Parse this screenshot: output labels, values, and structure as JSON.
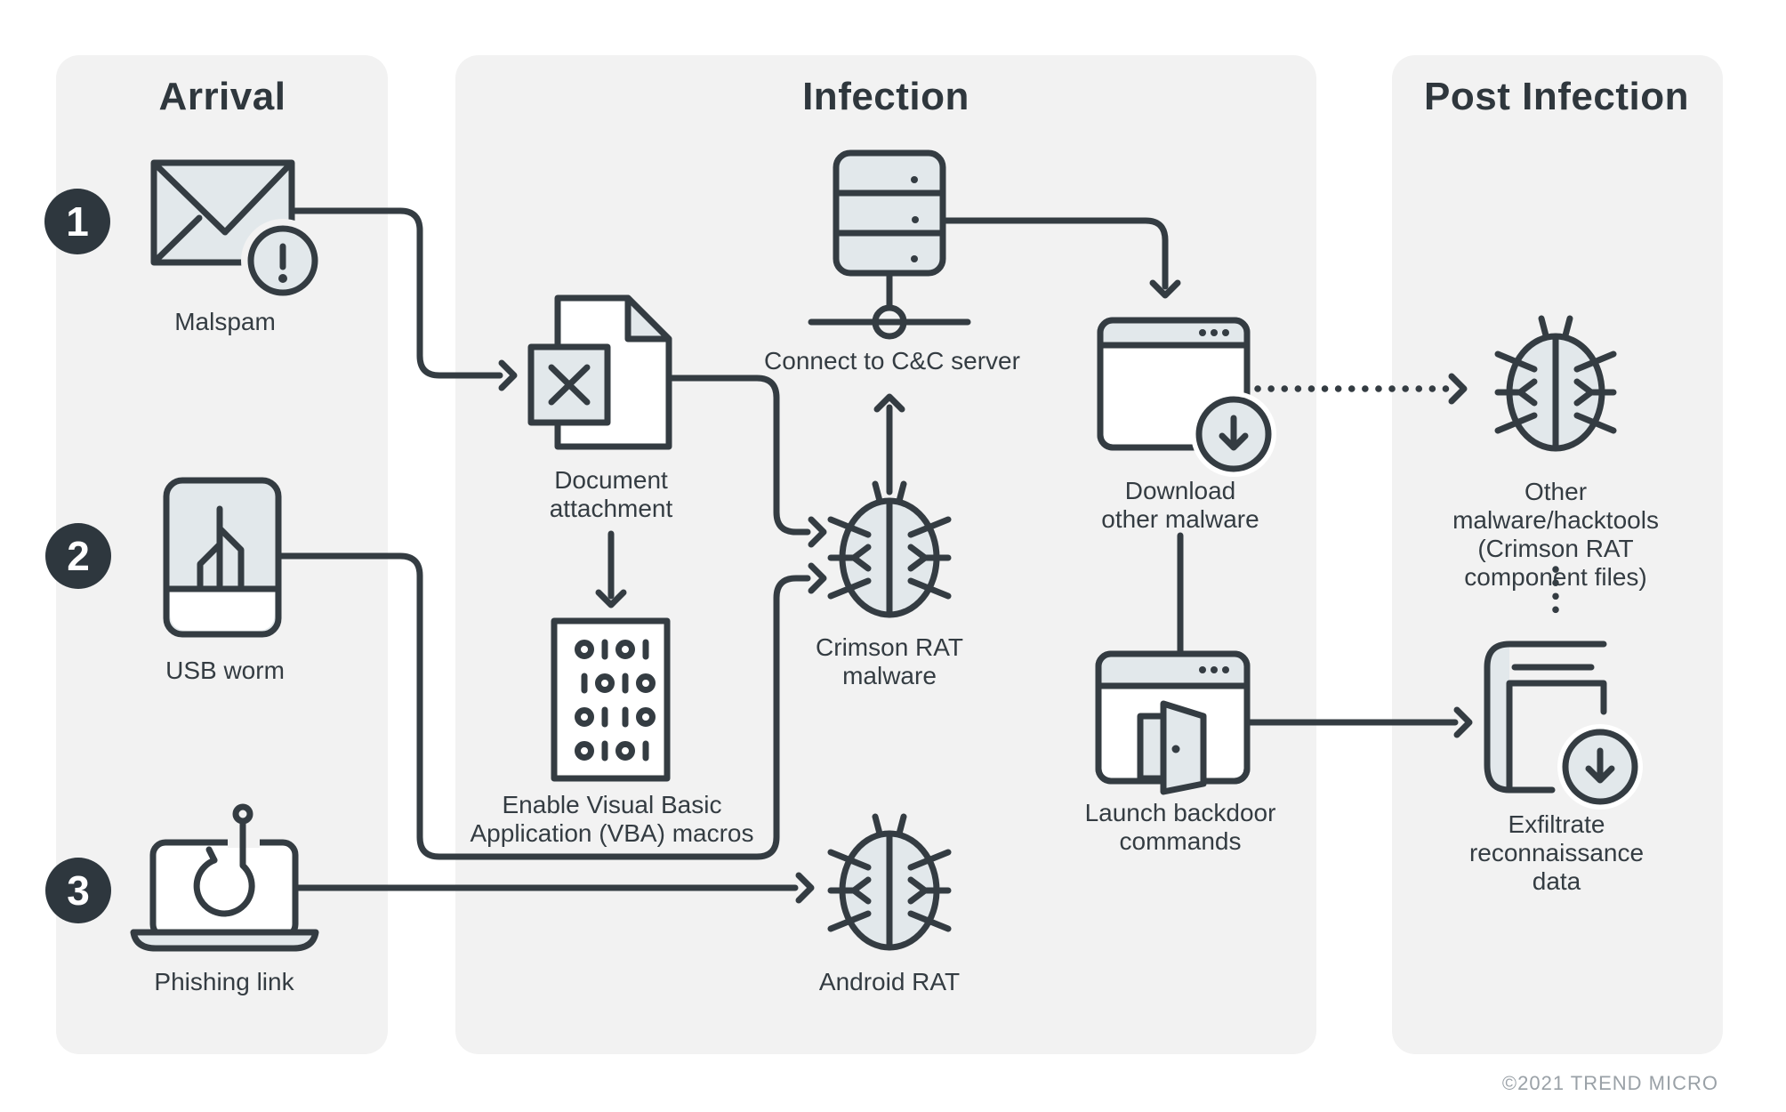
{
  "header": {
    "arrival": "Arrival",
    "infection": "Infection",
    "post_infection": "Post Infection"
  },
  "badges": {
    "one": "1",
    "two": "2",
    "three": "3"
  },
  "labels": {
    "malspam": "Malspam",
    "usb_worm": "USB worm",
    "phishing_link": "Phishing link",
    "document_attachment": "Document\nattachment",
    "vba_macros": "Enable Visual Basic\nApplication (VBA) macros",
    "connect_cc": "Connect to C&C server",
    "crimson_rat": "Crimson RAT\nmalware",
    "android_rat": "Android RAT",
    "download_other": "Download\nother malware",
    "launch_backdoor": "Launch backdoor\ncommands",
    "other_malware": "Other malware/hacktools\n(Crimson RAT\ncomponent files)",
    "exfiltrate": "Exfiltrate\nreconnaissance data"
  },
  "footer": {
    "copyright": "©2021 TREND MICRO"
  },
  "colors": {
    "stroke": "#343c42",
    "panel_bg": "#f2f2f2",
    "icon_fill": "#e2e8eb",
    "badge_bg": "#2e373e",
    "copyright_text": "#9aa1a7",
    "background": "#ffffff"
  }
}
